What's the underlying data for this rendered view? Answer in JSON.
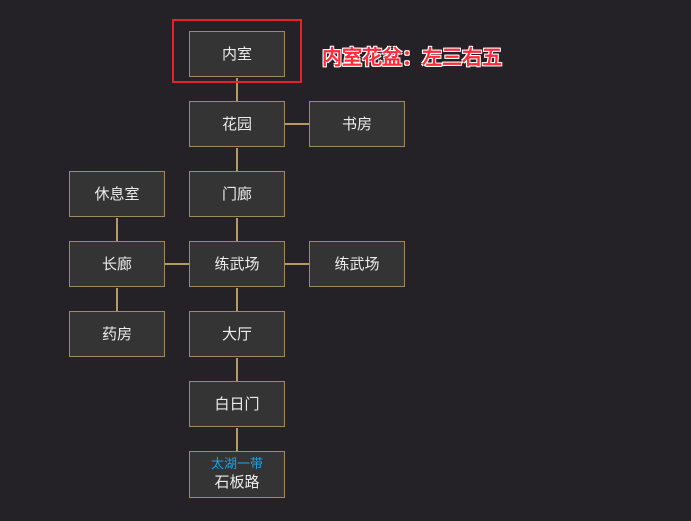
{
  "rooms": {
    "neishi": "内室",
    "huayuan": "花园",
    "shufang": "书房",
    "xiuxishi": "休息室",
    "menlang": "门廊",
    "changlang": "长廊",
    "lianwuchang_center": "练武场",
    "lianwuchang_right": "练武场",
    "yaofang": "药房",
    "dating": "大厅",
    "baiRiMen": "白日门",
    "shibanlu": {
      "region": "太湖一带",
      "name": "石板路"
    }
  },
  "annotation": {
    "text": "内室花盆：左三右五",
    "color": "#ff2a3a"
  },
  "colors": {
    "background": "#242226",
    "room_fill": "#343434",
    "room_border": "#a08a62",
    "connector": "#b69a64",
    "highlight_border": "#e2232c",
    "region_text": "#1aa3e6"
  }
}
